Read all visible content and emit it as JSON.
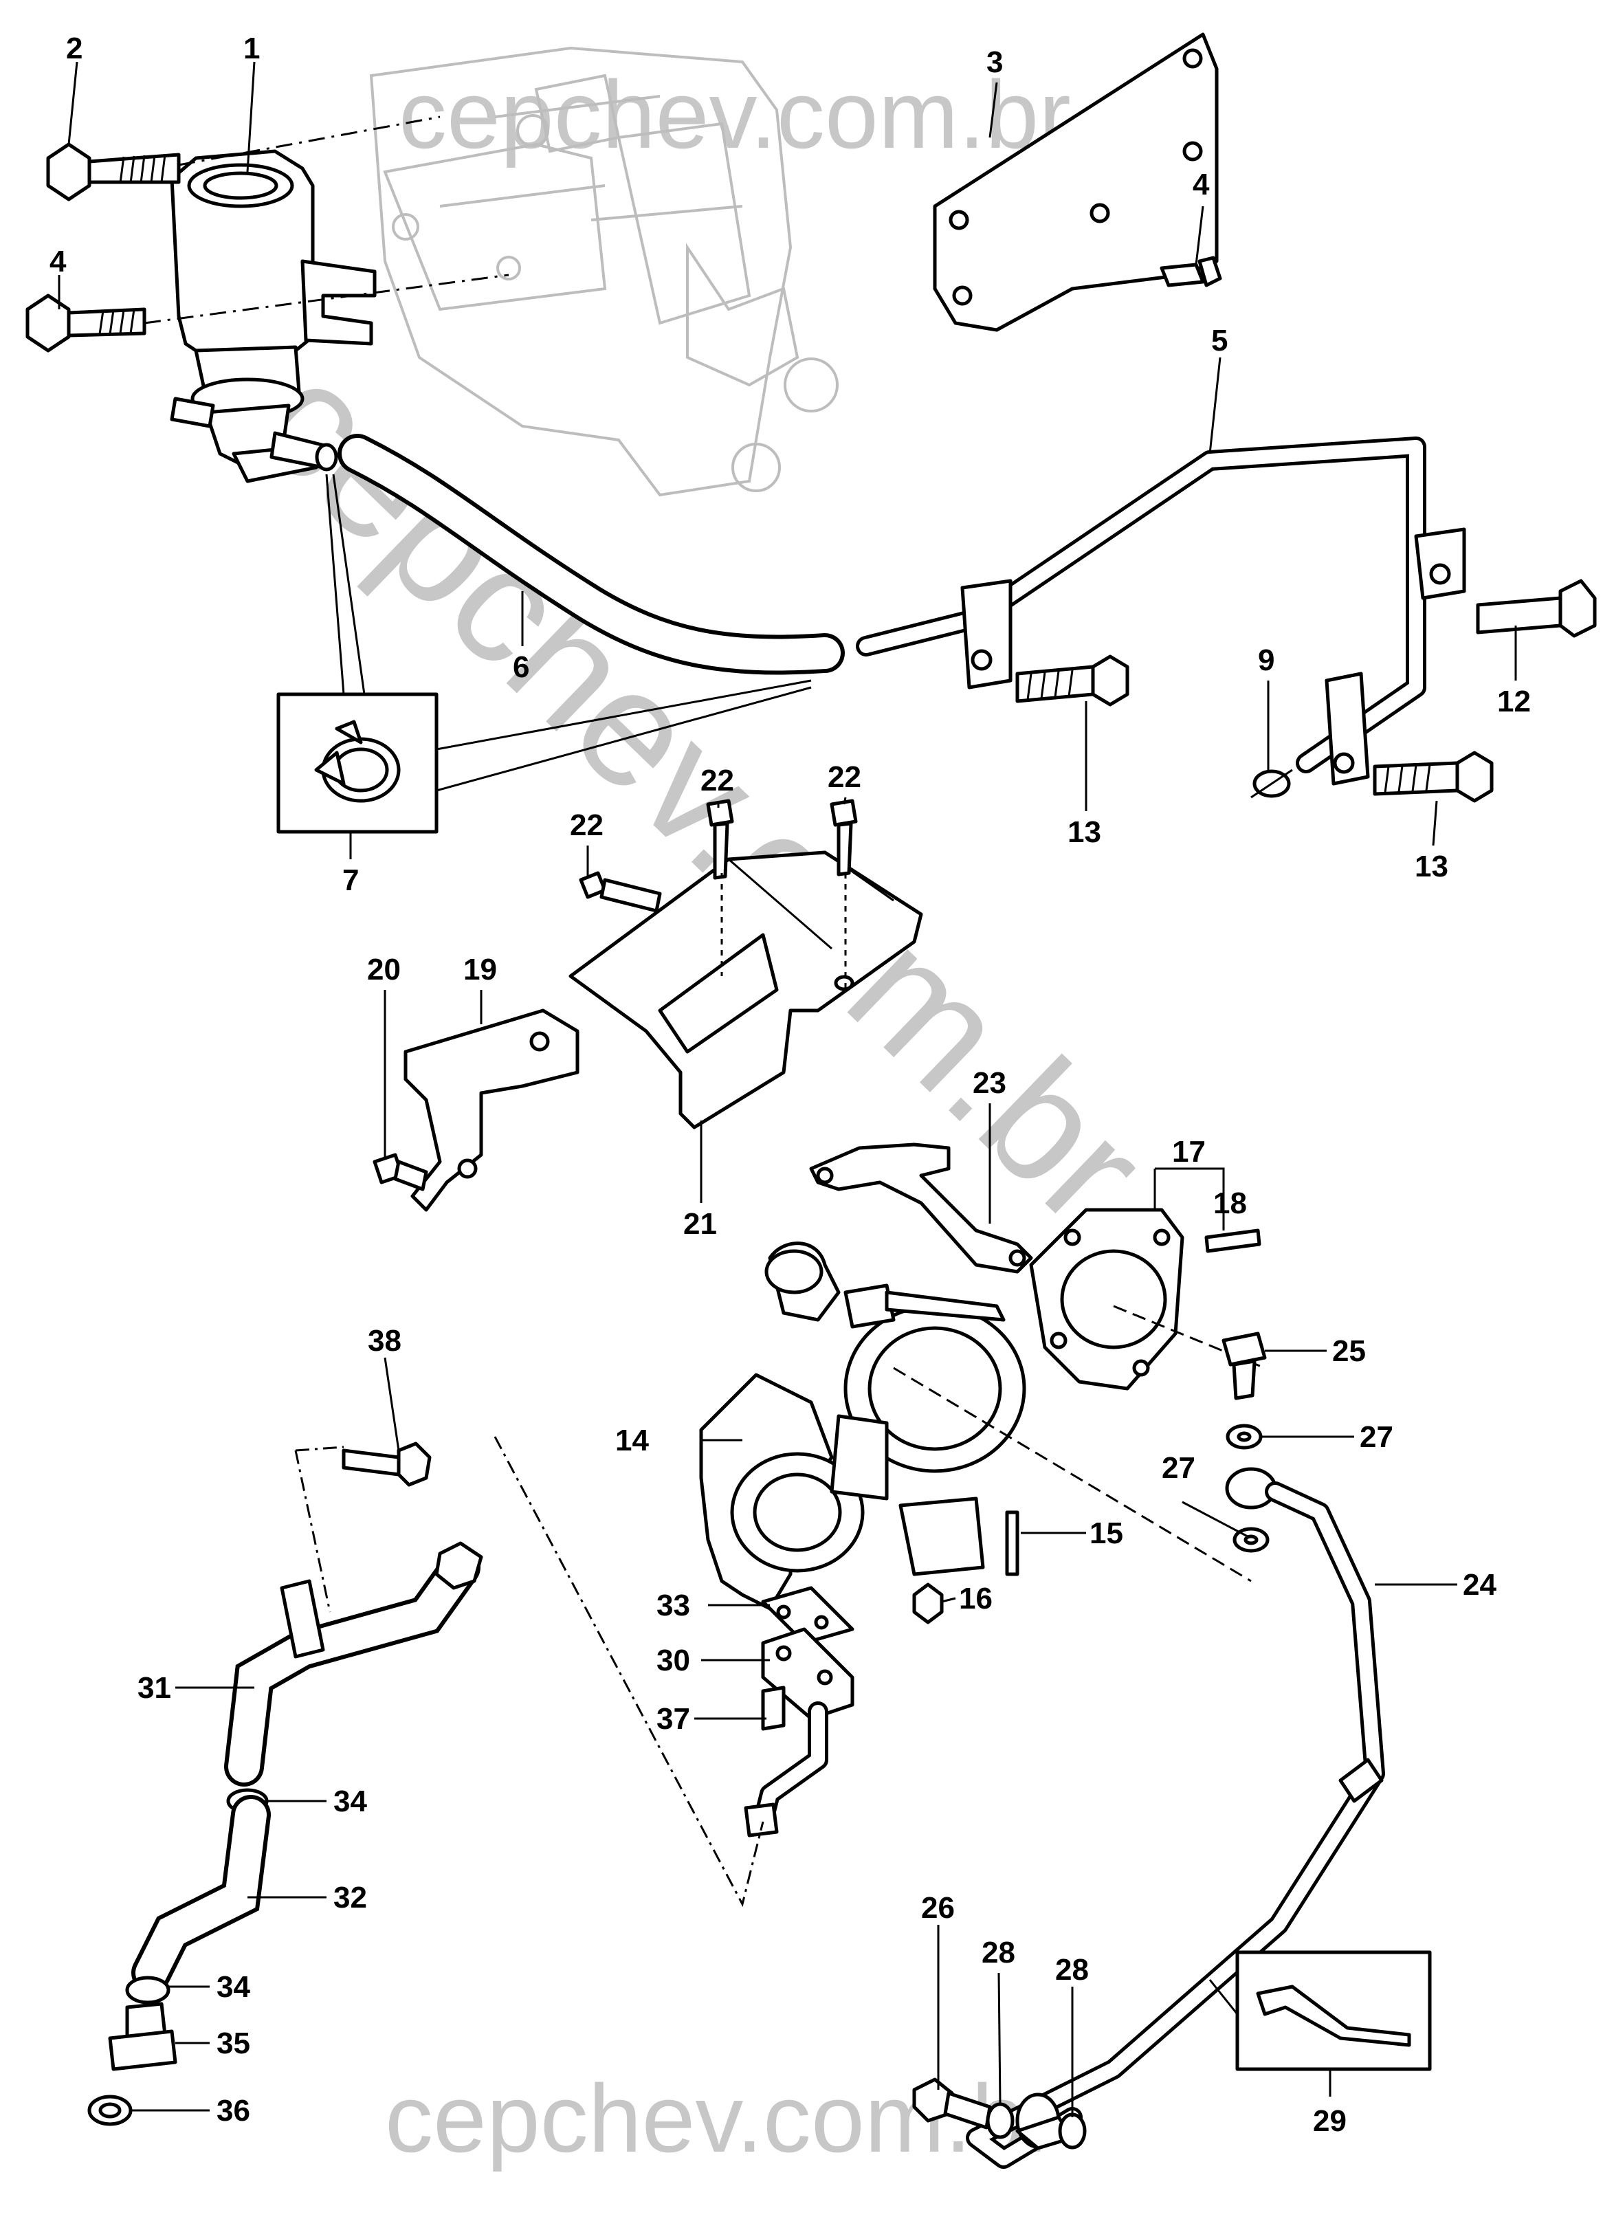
{
  "watermarks": {
    "top": "cepchev.com.br",
    "bottom": "cepchev.com.br",
    "diagonal": "cepchev.com.br"
  },
  "callouts": [
    {
      "id": "c1",
      "text": "1"
    },
    {
      "id": "c2",
      "text": "2"
    },
    {
      "id": "c3",
      "text": "3"
    },
    {
      "id": "c4a",
      "text": "4"
    },
    {
      "id": "c4b",
      "text": "4"
    },
    {
      "id": "c5",
      "text": "5"
    },
    {
      "id": "c6",
      "text": "6"
    },
    {
      "id": "c7",
      "text": "7"
    },
    {
      "id": "c9",
      "text": "9"
    },
    {
      "id": "c12",
      "text": "12"
    },
    {
      "id": "c13a",
      "text": "13"
    },
    {
      "id": "c13b",
      "text": "13"
    },
    {
      "id": "c14",
      "text": "14"
    },
    {
      "id": "c15",
      "text": "15"
    },
    {
      "id": "c16",
      "text": "16"
    },
    {
      "id": "c17",
      "text": "17"
    },
    {
      "id": "c18",
      "text": "18"
    },
    {
      "id": "c19",
      "text": "19"
    },
    {
      "id": "c20",
      "text": "20"
    },
    {
      "id": "c21",
      "text": "21"
    },
    {
      "id": "c22a",
      "text": "22"
    },
    {
      "id": "c22b",
      "text": "22"
    },
    {
      "id": "c22c",
      "text": "22"
    },
    {
      "id": "c23",
      "text": "23"
    },
    {
      "id": "c24",
      "text": "24"
    },
    {
      "id": "c25",
      "text": "25"
    },
    {
      "id": "c26",
      "text": "26"
    },
    {
      "id": "c27a",
      "text": "27"
    },
    {
      "id": "c27b",
      "text": "27"
    },
    {
      "id": "c28a",
      "text": "28"
    },
    {
      "id": "c28b",
      "text": "28"
    },
    {
      "id": "c29",
      "text": "29"
    },
    {
      "id": "c30",
      "text": "30"
    },
    {
      "id": "c31",
      "text": "31"
    },
    {
      "id": "c32",
      "text": "32"
    },
    {
      "id": "c33",
      "text": "33"
    },
    {
      "id": "c34a",
      "text": "34"
    },
    {
      "id": "c34b",
      "text": "34"
    },
    {
      "id": "c35",
      "text": "35"
    },
    {
      "id": "c36",
      "text": "36"
    },
    {
      "id": "c37",
      "text": "37"
    },
    {
      "id": "c38",
      "text": "38"
    }
  ]
}
